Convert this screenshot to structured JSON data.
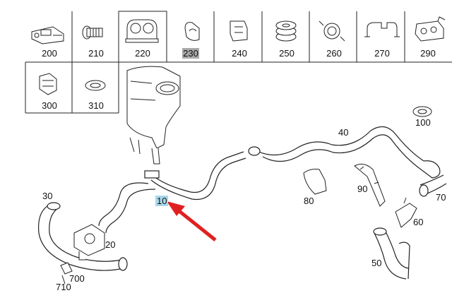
{
  "parts_grid": [
    {
      "label": "200",
      "icon": "clamp-block-icon"
    },
    {
      "label": "210",
      "icon": "screw-icon"
    },
    {
      "label": "220",
      "icon": "double-clip-icon",
      "selected_frame": true
    },
    {
      "label": "230",
      "icon": "hose-clip-icon",
      "highlight": "#a9a9a9"
    },
    {
      "label": "240",
      "icon": "bracket-clip-icon"
    },
    {
      "label": "250",
      "icon": "grommet-stack-icon"
    },
    {
      "label": "260",
      "icon": "spring-clamp-icon"
    },
    {
      "label": "270",
      "icon": "saddle-clamp-icon"
    },
    {
      "label": "290",
      "icon": "multi-clip-icon"
    },
    {
      "label": "300",
      "icon": "retainer-clip-icon"
    },
    {
      "label": "310",
      "icon": "washer-icon"
    }
  ],
  "callouts": {
    "c10": "10",
    "c20": "20",
    "c30": "30",
    "c40": "40",
    "c50": "50",
    "c60": "60",
    "c70": "70",
    "c80": "80",
    "c90": "90",
    "c100": "100",
    "c700": "700",
    "c710": "710"
  },
  "colors": {
    "line": "#1a1a1a",
    "highlight_gray": "#a9a9a9",
    "highlight_blue": "#a8d8ea",
    "arrow": "#e02020"
  }
}
